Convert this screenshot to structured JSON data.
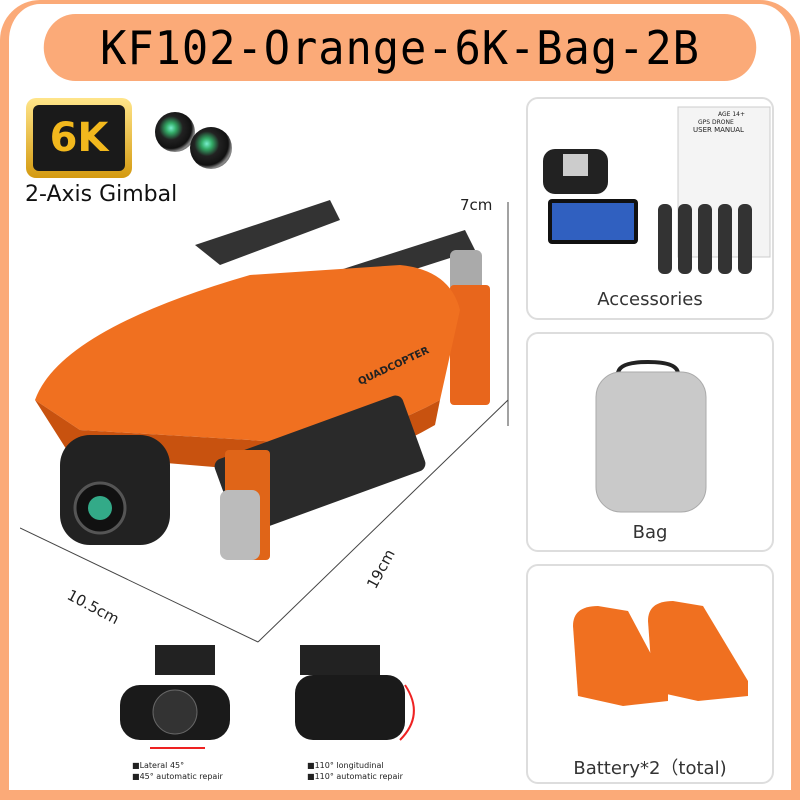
{
  "title": "KF102-Orange-6K-Bag-2B",
  "badge": "6K",
  "gimbal_label": "2-Axis Gimbal",
  "dimensions": {
    "height": "7cm",
    "length": "19cm",
    "width": "10.5cm"
  },
  "drone_text": "QUADCOPTER",
  "cards": [
    {
      "caption": "Accessories",
      "manual_title": "GPS DRONE",
      "manual_subtitle": "USER MANUAL",
      "age": "AGE 14+"
    },
    {
      "caption": "Bag"
    },
    {
      "caption": "Battery*2（total)"
    }
  ],
  "gimbal_notes": {
    "left": [
      "Lateral 45°",
      "45° automatic repair"
    ],
    "right": [
      "110° longitudinal",
      "110° automatic repair"
    ]
  },
  "colors": {
    "frame": "#fbaa78",
    "drone": "#f07020",
    "badge_text": "#f2b81d"
  }
}
